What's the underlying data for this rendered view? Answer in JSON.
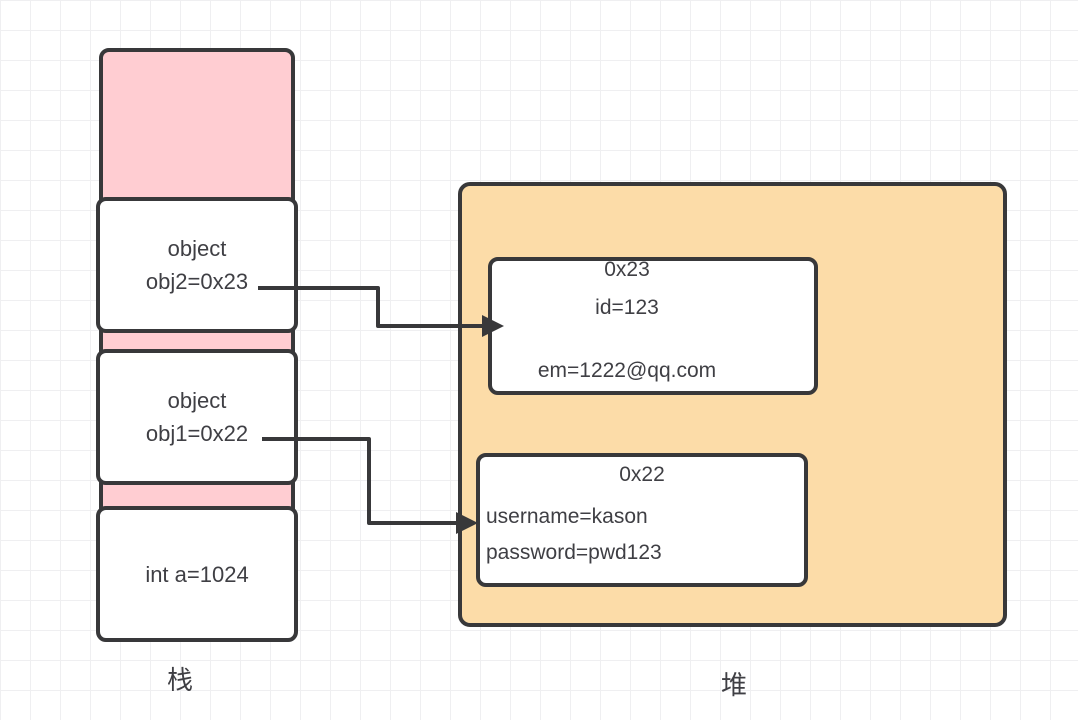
{
  "stack": {
    "label": "栈",
    "frames": [
      {
        "line1": "object",
        "line2": "obj2=0x23"
      },
      {
        "line1": "object",
        "line2": "obj1=0x22"
      },
      {
        "line1": "int a=1024"
      }
    ]
  },
  "heap": {
    "label": "堆",
    "objects": [
      {
        "address": "0x23",
        "field1": "id=123",
        "field2": "em=1222@qq.com"
      },
      {
        "address": "0x22",
        "field1": "username=kason",
        "field2": "password=pwd123"
      }
    ]
  },
  "references": [
    {
      "from": "obj2=0x23",
      "to": "0x23"
    },
    {
      "from": "obj1=0x22",
      "to": "0x22"
    }
  ],
  "colors": {
    "stack_fill": "#FFCDD2",
    "heap_fill": "#FCDCA8",
    "stroke": "#38383A",
    "box_fill": "#FFFFFF",
    "grid_line": "#EFEFF1",
    "text": "#3F3F44"
  }
}
